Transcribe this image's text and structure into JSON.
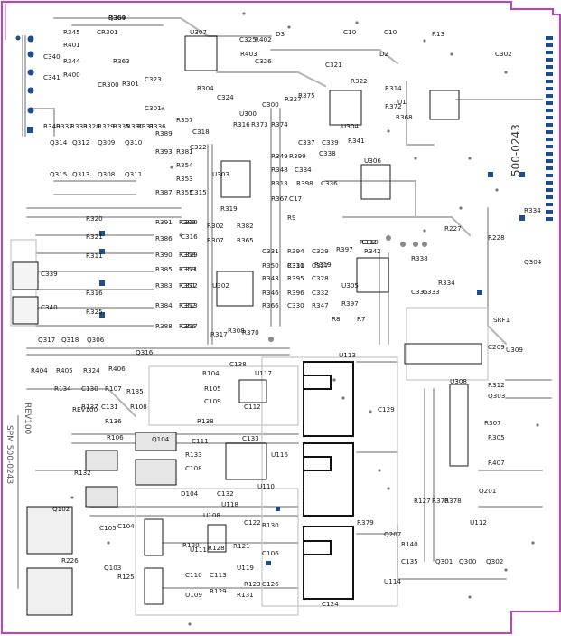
{
  "board": {
    "part_number": "500-0243",
    "revision_text": "REV100",
    "spm_text": "SPM 500-0243",
    "outline_color": "#c040c0",
    "trace_color": "#b4b4b4",
    "pad_color": "#1e4f8a",
    "silk_color": "#1a1a1a"
  },
  "labels": [
    "R364",
    "R345",
    "CR301",
    "R401",
    "R344",
    "R400",
    "R363",
    "U307",
    "C325",
    "R402",
    "D3",
    "C10",
    "C10",
    "R13",
    "D2",
    "C302",
    "C340",
    "C341",
    "CR300",
    "C323",
    "R304",
    "R403",
    "C326",
    "C321",
    "R301",
    "R322",
    "U1",
    "R314",
    "R372",
    "R368",
    "R340",
    "R337",
    "R333",
    "R328",
    "R329",
    "R335",
    "R330",
    "R331",
    "R336",
    "C301",
    "C324",
    "R316",
    "C300",
    "R327",
    "R375",
    "R374",
    "R373",
    "U300",
    "U304",
    "Q314",
    "Q312",
    "Q309",
    "Q310",
    "R389",
    "R357",
    "C318",
    "C337",
    "C339",
    "R341",
    "R393",
    "R381",
    "C322",
    "R349",
    "R399",
    "C338",
    "U306",
    "R348",
    "C334",
    "Q315",
    "Q313",
    "Q308",
    "Q311",
    "R354",
    "R353",
    "U303",
    "R313",
    "R398",
    "C336",
    "R387",
    "R355",
    "C315",
    "R367",
    "C17",
    "R391",
    "R399",
    "C320",
    "R302",
    "R382",
    "R319",
    "R9",
    "R320",
    "R386",
    "R334",
    "C316",
    "R307",
    "R365",
    "R321",
    "R390",
    "R358",
    "C319",
    "R311",
    "R385",
    "R359",
    "C311",
    "R397",
    "R394",
    "C329",
    "C331",
    "R319",
    "R392",
    "R350",
    "C310",
    "R342",
    "C327",
    "R331",
    "C310",
    "R338",
    "R316",
    "R383",
    "R351",
    "C312",
    "U302",
    "R343",
    "R395",
    "C328",
    "U305",
    "C335",
    "C333",
    "R334",
    "R325",
    "R384",
    "R352",
    "C313",
    "R346",
    "R396",
    "C332",
    "R366",
    "C330",
    "R347",
    "R397",
    "R388",
    "R356",
    "C317",
    "R317",
    "R308",
    "R370",
    "R8",
    "R7",
    "C339",
    "C340",
    "Q317",
    "Q318",
    "Q306",
    "Q316",
    "R404",
    "R405",
    "R324",
    "R406",
    "R104",
    "C138",
    "U117",
    "R134",
    "C130",
    "R107",
    "R135",
    "R105",
    "C109",
    "R137",
    "C131",
    "R108",
    "C112",
    "R136",
    "R138",
    "U113",
    "C129",
    "U308",
    "R312",
    "Q303",
    "REV100",
    "Q104",
    "C111",
    "C133",
    "R106",
    "R133",
    "C108",
    "R132",
    "D104",
    "C132",
    "U118",
    "U116",
    "U110",
    "R307",
    "R305",
    "R407",
    "Q201",
    "Q102",
    "C105",
    "C104",
    "U108",
    "R130",
    "C122",
    "R120",
    "R128",
    "R121",
    "C106",
    "U111",
    "R127",
    "R376",
    "R378",
    "R379",
    "U112",
    "Q207",
    "R140",
    "R226",
    "Q103",
    "C110",
    "C113",
    "U119",
    "R123",
    "C126",
    "R125",
    "U109",
    "R129",
    "R131",
    "C124",
    "U114",
    "C135",
    "Q301",
    "Q300",
    "Q302",
    "Q304",
    "R228",
    "SRF1",
    "C209",
    "U309",
    "R227",
    "Q309"
  ]
}
